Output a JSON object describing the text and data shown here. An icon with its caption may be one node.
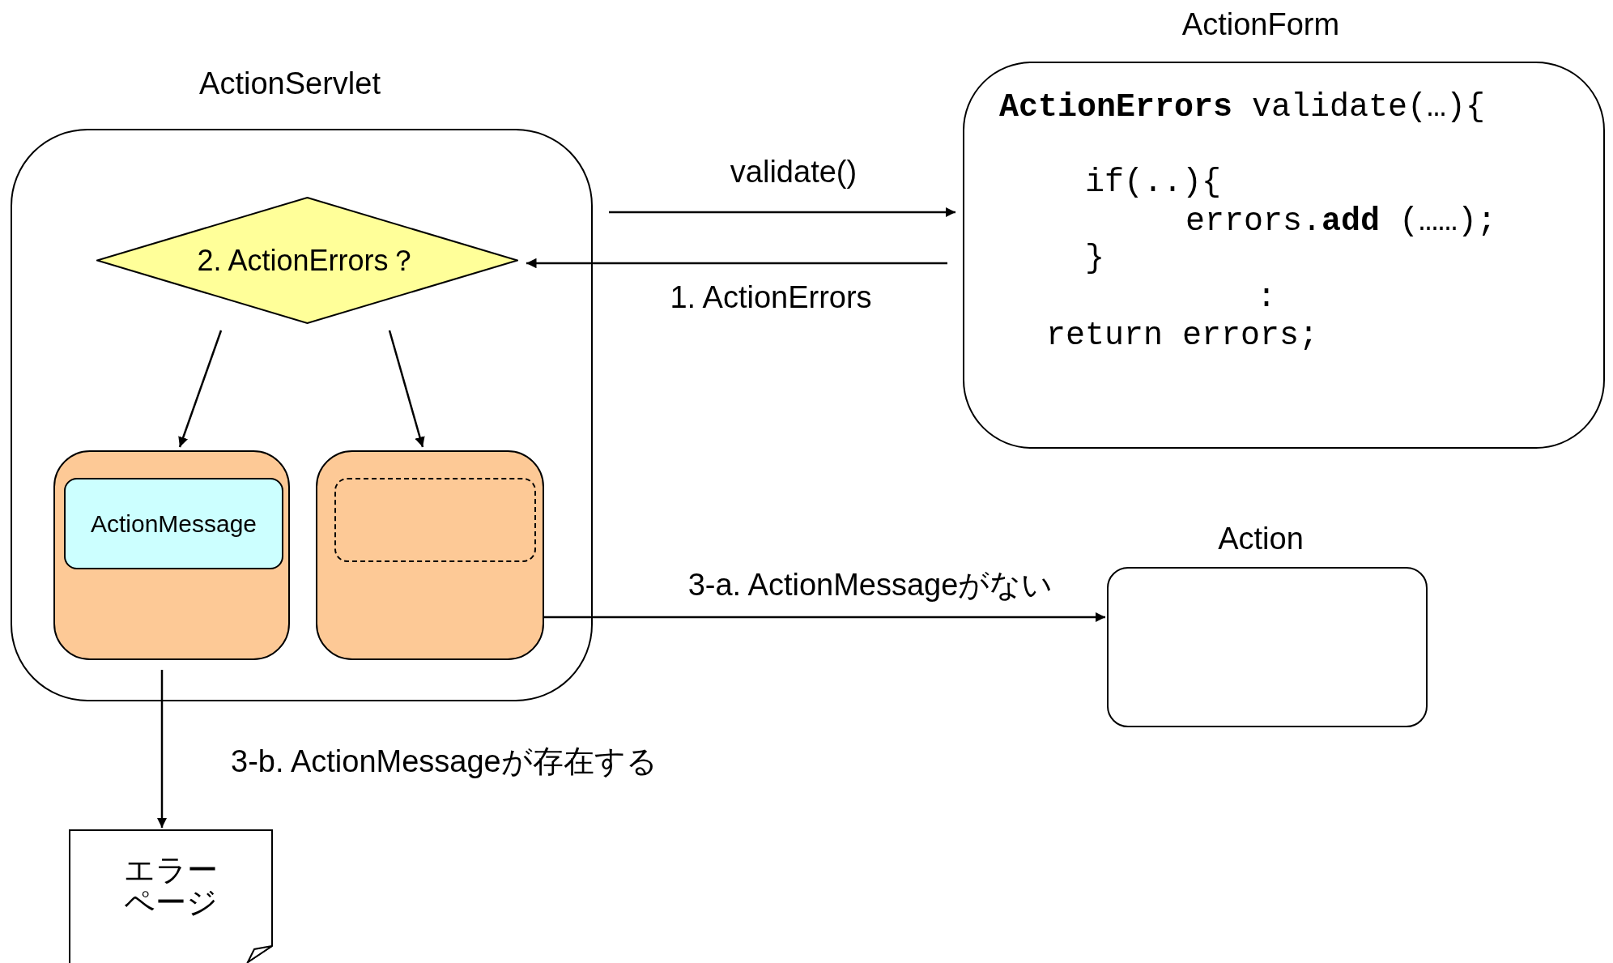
{
  "diagram": {
    "nodes": [
      {
        "text": [
          "ActionServlet"
        ]
      },
      {
        "text": [
          "2. ActionErrors？"
        ],
        "in": 0
      },
      {
        "text": [],
        "shape": "box",
        "in": 0
      },
      {
        "text": [
          "ActionMessage"
        ],
        "in": 2
      },
      {
        "text": [],
        "shape": "box",
        "in": 0
      },
      {
        "text": [],
        "shape": "box",
        "in": 4
      },
      {
        "text": [
          "ActionForm",
          "**ActionErrors** validate(…){",
          "if(..){",
          "errors.**add** (……);",
          "}",
          ":",
          "return errors;"
        ]
      },
      {
        "text": [
          "Action"
        ]
      },
      {
        "text": [
          "エラーページ"
        ]
      }
    ],
    "edges": [
      {
        "from": 0,
        "to": 6,
        "arrow": "to",
        "label": "validate()"
      },
      {
        "from": 6,
        "to": 1,
        "arrow": "to",
        "label": "1. ActionErrors"
      },
      {
        "from": 1,
        "to": 2,
        "arrow": "to"
      },
      {
        "from": 1,
        "to": 4,
        "arrow": "to"
      },
      {
        "from": 4,
        "to": 7,
        "arrow": "to",
        "label": "3-a. ActionMessageがない"
      },
      {
        "from": 2,
        "to": 8,
        "arrow": "to",
        "label": "3-b. ActionMessageが存在する"
      }
    ]
  }
}
